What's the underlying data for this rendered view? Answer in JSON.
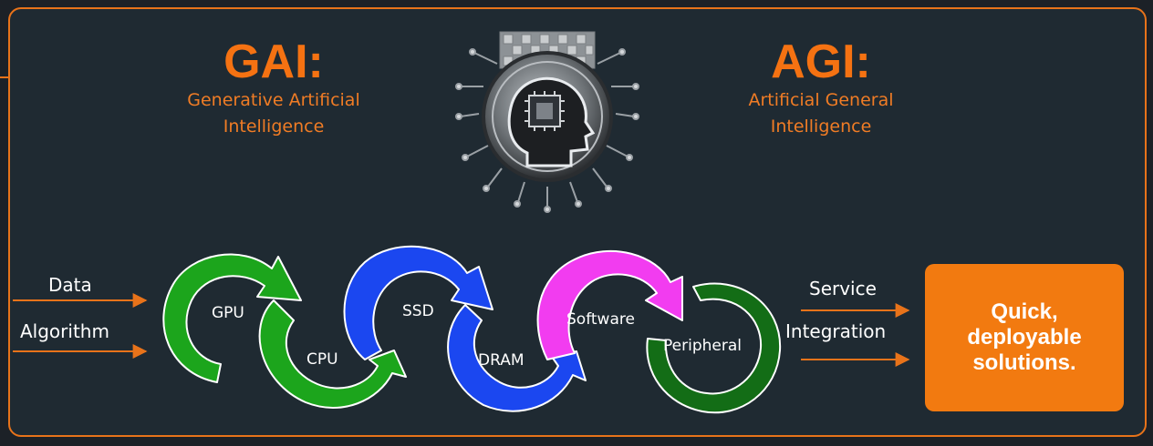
{
  "gai": {
    "title": "GAI:",
    "subtitle_line1": "Generative Artificial",
    "subtitle_line2": "Intelligence"
  },
  "agi": {
    "title": "AGI:",
    "subtitle_line1": "Artificial General",
    "subtitle_line2": "Intelligence"
  },
  "inputs": {
    "data": "Data",
    "algorithm": "Algorithm"
  },
  "chain": {
    "gpu": "GPU",
    "cpu": "CPU",
    "ssd": "SSD",
    "dram": "DRAM",
    "software": "Software",
    "peripheral": "Peripheral"
  },
  "outputs": {
    "service": "Service",
    "integration": "Integration"
  },
  "solution": {
    "line1": "Quick,",
    "line2": "deployable",
    "line3": "solutions."
  },
  "colors": {
    "accent": "#f27a10",
    "green": "#1ca51c",
    "dark_green": "#136d16",
    "blue": "#1b47f0",
    "magenta": "#f23cf0",
    "background": "#1f2a32"
  },
  "icons": {
    "center": "ai-head-chip-icon"
  }
}
